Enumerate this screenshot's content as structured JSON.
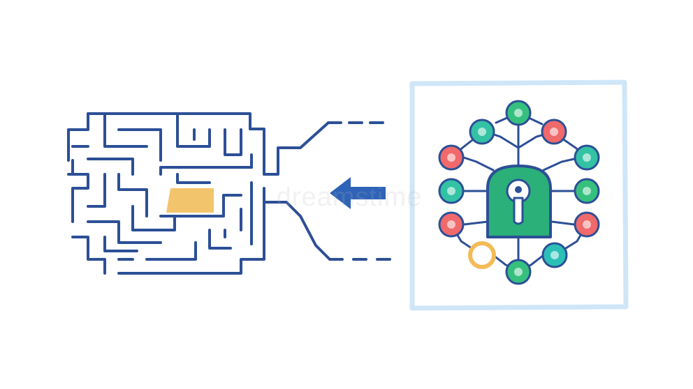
{
  "watermark": "dreamstime",
  "colors": {
    "ink": "#2c4f96",
    "arrow": "#2f63b8",
    "frame": "#cfe6f8",
    "highlight": "#f2c46b",
    "lock": "#2bb07a",
    "node_teal": "#33c2a4",
    "node_red": "#f0696b",
    "node_green": "#36c07e",
    "node_yellow": "#f3bb57",
    "node_cyan": "#2bc0b6"
  },
  "nodes": [
    {
      "name": "node-top",
      "color": "node_green"
    },
    {
      "name": "node-upper-left",
      "color": "node_teal"
    },
    {
      "name": "node-upper-right",
      "color": "node_red"
    },
    {
      "name": "node-left-1",
      "color": "node_red"
    },
    {
      "name": "node-right-1",
      "color": "node_teal"
    },
    {
      "name": "node-left-2",
      "color": "node_teal"
    },
    {
      "name": "node-right-2",
      "color": "node_green"
    },
    {
      "name": "node-left-3",
      "color": "node_red"
    },
    {
      "name": "node-right-3",
      "color": "node_red"
    },
    {
      "name": "node-lower-left",
      "color": "node_yellow"
    },
    {
      "name": "node-lower-right",
      "color": "node_cyan"
    },
    {
      "name": "node-bottom",
      "color": "node_green"
    }
  ]
}
